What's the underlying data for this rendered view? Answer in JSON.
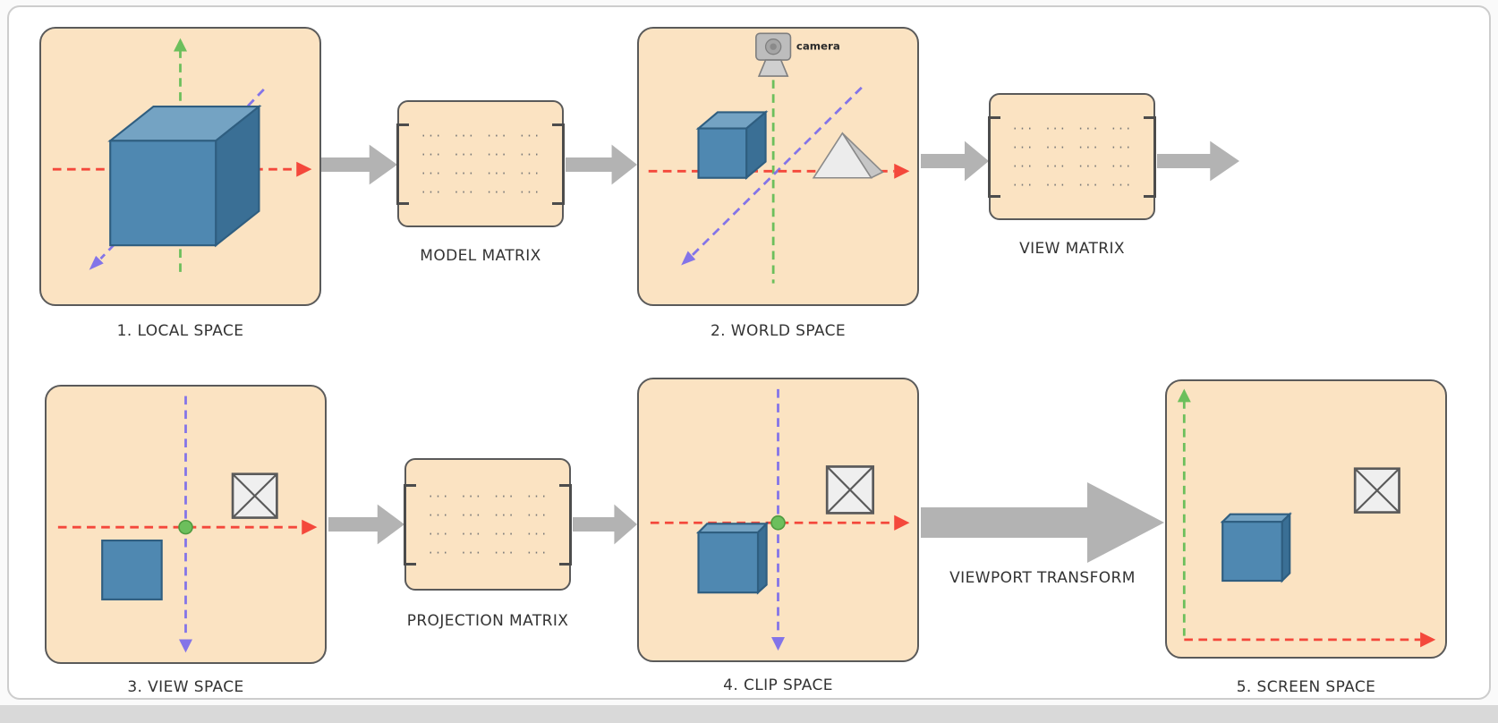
{
  "diagram": {
    "panels": {
      "local_space": {
        "label": "1. LOCAL SPACE"
      },
      "world_space": {
        "label": "2. WORLD SPACE",
        "camera_label": "camera"
      },
      "view_space": {
        "label": "3. VIEW SPACE"
      },
      "clip_space": {
        "label": "4. CLIP SPACE"
      },
      "screen_space": {
        "label": "5. SCREEN SPACE"
      }
    },
    "matrices": {
      "model": {
        "label": "MODEL MATRIX"
      },
      "view": {
        "label": "VIEW MATRIX"
      },
      "projection": {
        "label": "PROJECTION MATRIX"
      }
    },
    "viewport_transform_label": "VIEWPORT TRANSFORM",
    "matrix_cell": "···",
    "matrix_rows": 4,
    "matrix_cols": 4,
    "colors": {
      "panel_fill": "#fbe3c2",
      "panel_border": "#5a5a5a",
      "arrow_gray": "#b3b3b3",
      "axis_red": "#f4483b",
      "axis_green": "#6cbf5c",
      "axis_purple": "#8374e8",
      "cube_front": "#4f88b1",
      "cube_top": "#74a3c3",
      "cube_side": "#3a6f95",
      "cube_edge": "#2f5e80"
    }
  }
}
